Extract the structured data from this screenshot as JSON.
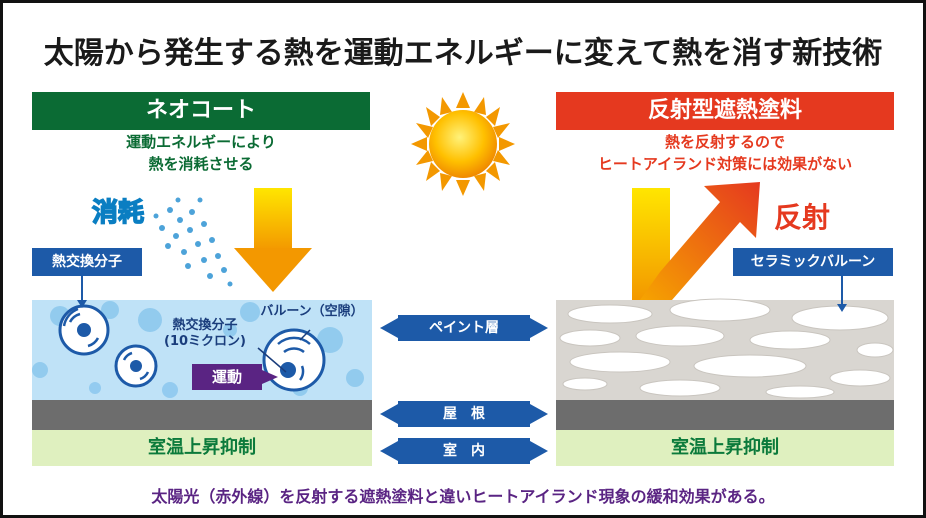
{
  "title": "太陽から発生する熱を運動エネルギーに変えて熱を消す新技術",
  "left": {
    "banner": "ネオコート",
    "desc_line1": "運動エネルギーにより",
    "desc_line2": "熱を消耗させる",
    "consume": "消耗",
    "heat_exchange_label": "熱交換分子",
    "balloon_label": "バルーン（空隙）",
    "molecule_label_line1": "熱交換分子",
    "molecule_label_line2": "(10ミクロン)",
    "motion": "運動",
    "room": "室温上昇抑制"
  },
  "right": {
    "banner": "反射型遮熱塗料",
    "desc_line1": "熱を反射するので",
    "desc_line2": "ヒートアイランド対策には効果がない",
    "reflect": "反射",
    "ceramic_label": "セラミックバルーン",
    "room": "室温上昇抑制"
  },
  "center": {
    "paint_layer": "ペイント層",
    "roof": "屋　根",
    "indoor": "室　内"
  },
  "footer": "太陽光（赤外線）を反射する遮熱塗料と違いヒートアイランド現象の緩和効果がある。",
  "colors": {
    "green": "#0b6b34",
    "red": "#e5391f",
    "blue": "#1d5aa8",
    "purple": "#5a2483"
  }
}
